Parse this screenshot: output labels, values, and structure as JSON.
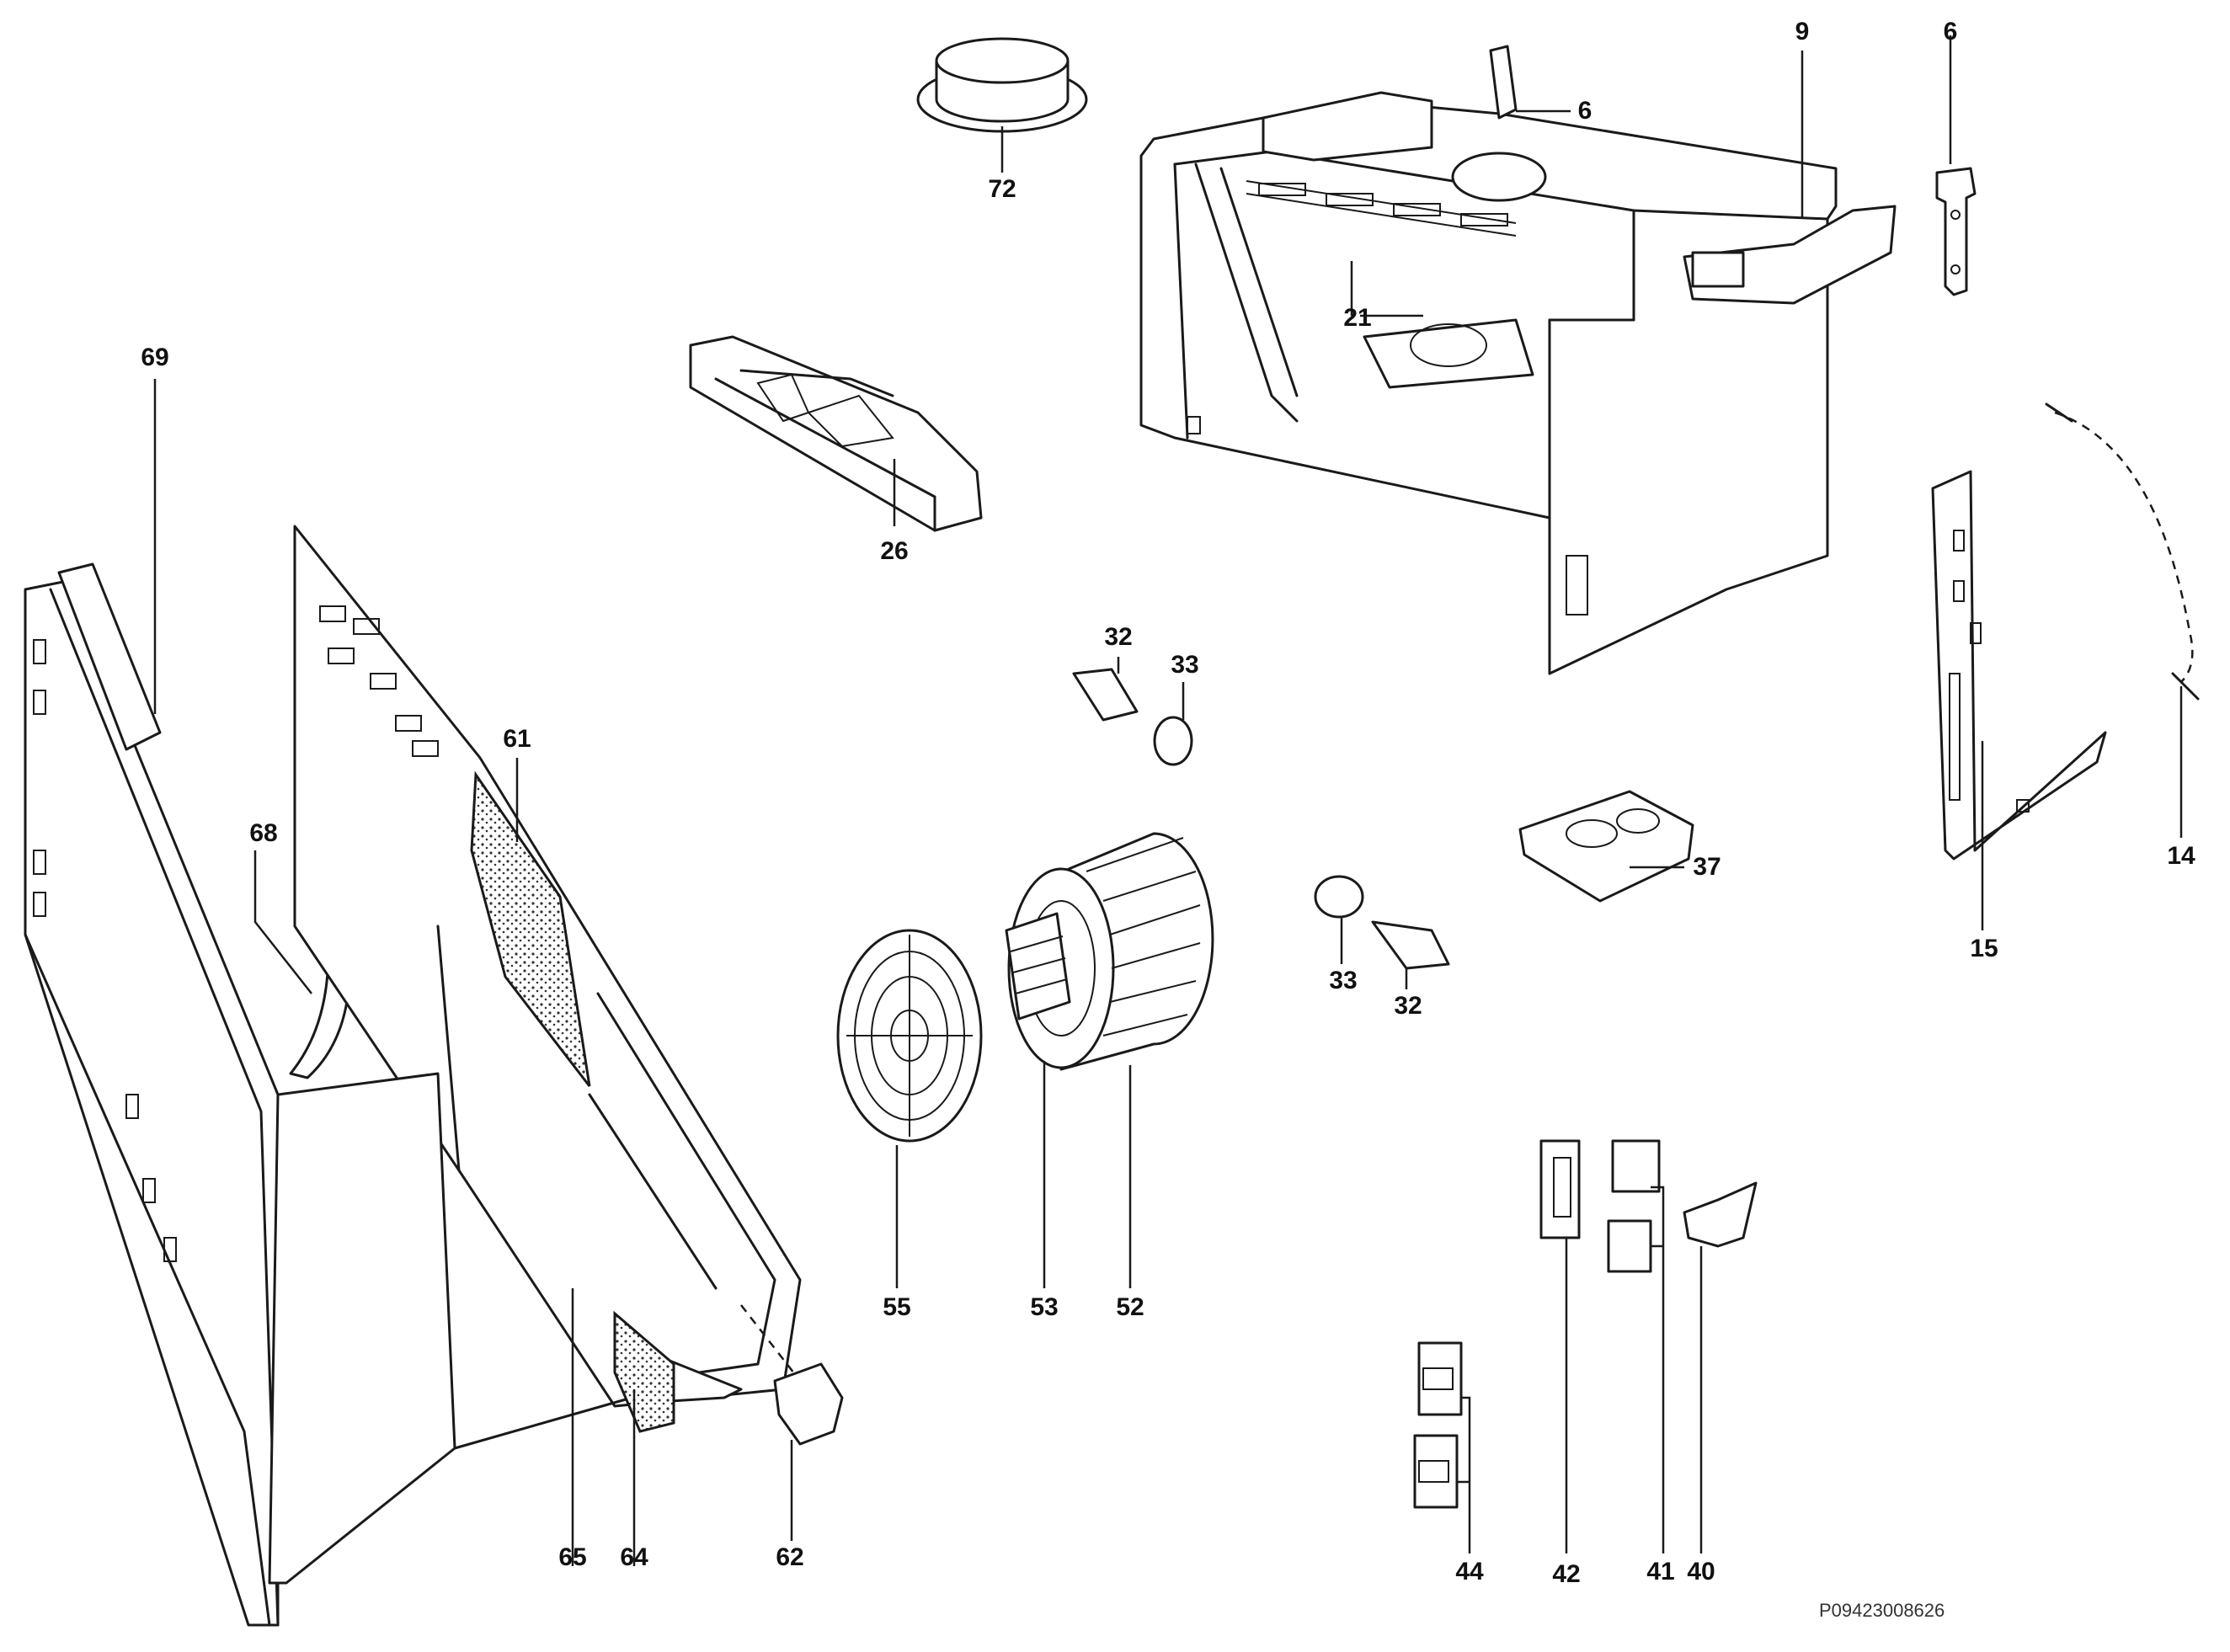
{
  "callouts": {
    "c72": "72",
    "c6a": "6",
    "c9": "9",
    "c6b": "6",
    "c21": "21",
    "c26": "26",
    "c69": "69",
    "c32a": "32",
    "c33a": "33",
    "c61": "61",
    "c68": "68",
    "c37": "37",
    "c14": "14",
    "c15": "15",
    "c33b": "33",
    "c32b": "32",
    "c55": "55",
    "c53": "53",
    "c52": "52",
    "c65": "65",
    "c64": "64",
    "c62": "62",
    "c44": "44",
    "c42": "42",
    "c41": "41",
    "c40": "40"
  },
  "reference": "P09423008626"
}
